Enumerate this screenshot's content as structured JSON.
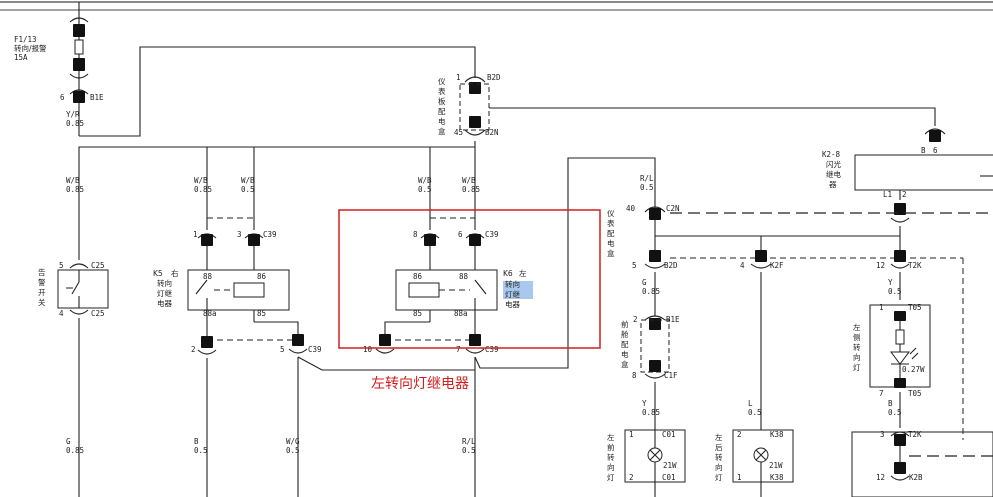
{
  "fuse": {
    "id": "F1/13",
    "name": "转向/报警",
    "rating": "15A"
  },
  "left_top": {
    "pin": "6",
    "conn": "B1E",
    "wire": "Y/R",
    "gauge": "0.85"
  },
  "dashboard_box_top": {
    "label": [
      "仪",
      "表",
      "板",
      "配",
      "电",
      "盒"
    ],
    "pin_top": "1",
    "conn_top": "B2D",
    "pin_bottom": "45",
    "conn_bottom": "B2N"
  },
  "wire_labels": [
    {
      "key": "w1",
      "color": "W/B",
      "gauge": "0.85"
    },
    {
      "key": "w2",
      "color": "W/B",
      "gauge": "0.85"
    },
    {
      "key": "w3",
      "color": "W/B",
      "gauge": "0.5"
    },
    {
      "key": "w4",
      "color": "W/B",
      "gauge": "0.5"
    },
    {
      "key": "w5",
      "color": "W/B",
      "gauge": "0.85"
    }
  ],
  "hazard_switch": {
    "label": [
      "告",
      "警",
      "开",
      "关"
    ],
    "pin_top": "5",
    "conn_top": "C25",
    "pin_bottom": "4",
    "conn_bottom": "C25"
  },
  "k5": {
    "id": "K5",
    "name": [
      "右",
      "转向",
      "灯继",
      "电器"
    ],
    "pin1": "1",
    "pin3": "3",
    "conn": "C39",
    "t88": "88",
    "t86": "86",
    "t88a": "88a",
    "t85": "85",
    "pin2": "2",
    "pin5": "5",
    "conn_bottom": "C39"
  },
  "k6": {
    "id": "K6",
    "name": [
      "左",
      "转向",
      "灯继",
      "电器"
    ],
    "pin8": "8",
    "pin6": "6",
    "conn": "C39",
    "t86": "86",
    "t88": "88",
    "t85": "85",
    "t88a": "88a",
    "pin10": "10",
    "pin7": "7",
    "conn_bottom": "C39"
  },
  "annotation": "左转向灯继电器",
  "bottom_wires": [
    {
      "key": "b1",
      "color": "G",
      "gauge": "0.85"
    },
    {
      "key": "b2",
      "color": "B",
      "gauge": "0.5"
    },
    {
      "key": "b3",
      "color": "W/G",
      "gauge": "0.5"
    },
    {
      "key": "b4",
      "color": "R/L",
      "gauge": "0.5"
    }
  ],
  "right_top": {
    "relay": "K2-8",
    "name": [
      "闪光",
      "继电",
      "器"
    ],
    "pin": "B",
    "pin_num": "6",
    "pin_l": "L1",
    "pin_l2": "2"
  },
  "instrument_box": {
    "label": [
      "仪",
      "表",
      "配",
      "电",
      "盒"
    ],
    "pin_top": "40",
    "conn_top": "C2N",
    "pin_bottom": "5",
    "conn_bottom": "B2D"
  },
  "rl_wire": {
    "color": "R/L",
    "gauge": "0.5"
  },
  "g_wire": {
    "color": "G",
    "gauge": "0.85"
  },
  "front_box": {
    "label": [
      "前",
      "舱",
      "配",
      "电",
      "盒"
    ],
    "pin_top": "2",
    "conn_top": "B1E",
    "pin_bottom": "8",
    "conn_bottom": "C1F"
  },
  "y_wire": {
    "color": "Y",
    "gauge": "0.85"
  },
  "l_wire": {
    "color": "L",
    "gauge": "0.5"
  },
  "y_wire2": {
    "color": "Y",
    "gauge": "0.5"
  },
  "b_wire2": {
    "color": "B",
    "gauge": "0.5"
  },
  "k2f": {
    "pin": "4",
    "conn": "K2F"
  },
  "t2k": {
    "pin": "12",
    "conn": "T2K"
  },
  "front_lamp": {
    "label": [
      "左",
      "前",
      "转",
      "向",
      "灯"
    ],
    "pin1": "1",
    "conn1": "C01",
    "pin2": "2",
    "conn2": "C01",
    "watt": "21W"
  },
  "rear_lamp": {
    "label": [
      "左",
      "后",
      "转",
      "向",
      "灯"
    ],
    "pin1": "1",
    "conn1": "K38",
    "pin2": "2",
    "conn2": "K38",
    "watt": "21W"
  },
  "side_lamp": {
    "label": [
      "左",
      "侧",
      "转",
      "向",
      "灯"
    ],
    "pin1": "1",
    "conn1": "T05",
    "pin2": "7",
    "conn2": "T05",
    "watt": "0.27W"
  },
  "t2k_bottom": {
    "pin": "3",
    "conn": "T2K",
    "pin2": "12",
    "conn2": "K2B"
  }
}
